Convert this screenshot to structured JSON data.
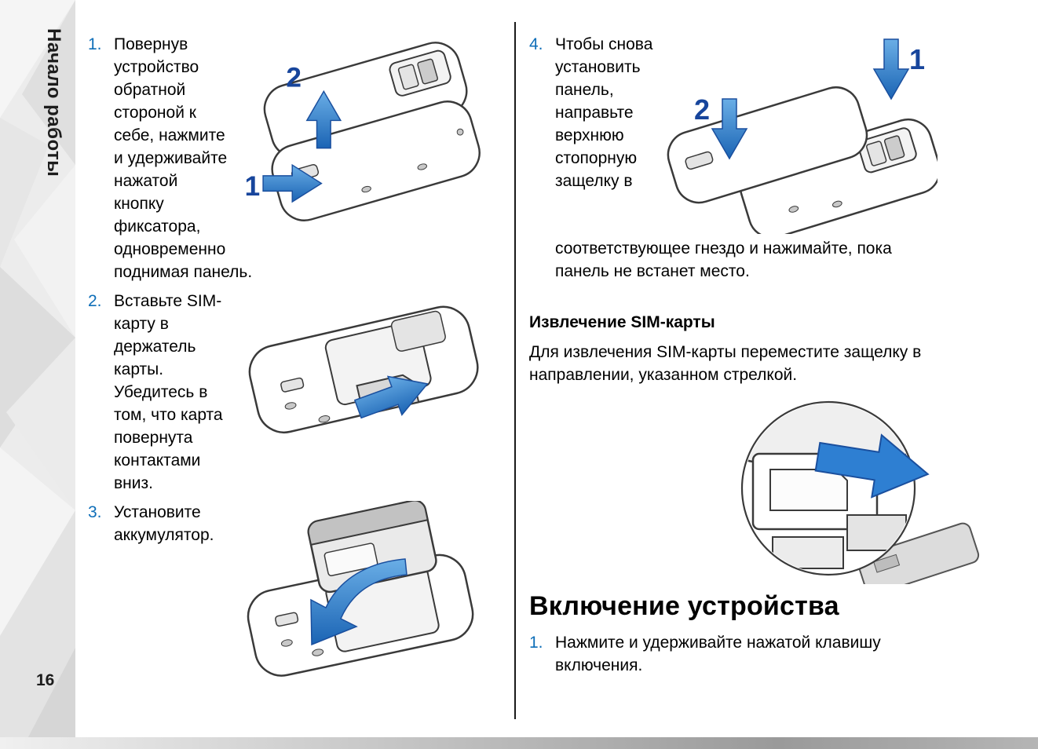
{
  "colors": {
    "step_number_blue": "#0e6eb8",
    "illustration_label_blue": "#17459c",
    "arrow_blue": "#2e7fd2",
    "text": "#000000",
    "sidebar_gray": "#e8e8e8"
  },
  "sidebar": {
    "title": "Начало работы",
    "page_number": "16"
  },
  "left_column": {
    "steps": [
      {
        "number": "1.",
        "text": "Повернув устройство обратной стороной к себе, нажмите и удерживайте нажатой кнопку фиксатора, одновременно поднимая панель."
      },
      {
        "number": "2.",
        "text": "Вставьте SIM-карту в держатель карты. Убедитесь в том, что карта повернута контактами вниз."
      },
      {
        "number": "3.",
        "text": "Установите аккумулятор."
      }
    ]
  },
  "right_column": {
    "step4": {
      "number": "4.",
      "text": "Чтобы снова установить панель, направьте верхнюю стопорную защелку в соответствующее гнездо и нажимайте, пока панель не встанет место."
    },
    "sim_removal": {
      "heading": "Извлечение SIM-карты",
      "body": "Для извлечения SIM-карты переместите защелку в направлении, указанном стрелкой."
    },
    "power_on": {
      "heading": "Включение устройства",
      "steps": [
        {
          "number": "1.",
          "text": "Нажмите и удерживайте нажатой клавишу включения."
        }
      ]
    }
  },
  "illustrations": {
    "cover_removal": {
      "label_1": "1",
      "label_2": "2"
    },
    "panel_attach": {
      "label_1": "1",
      "label_2": "2"
    }
  }
}
